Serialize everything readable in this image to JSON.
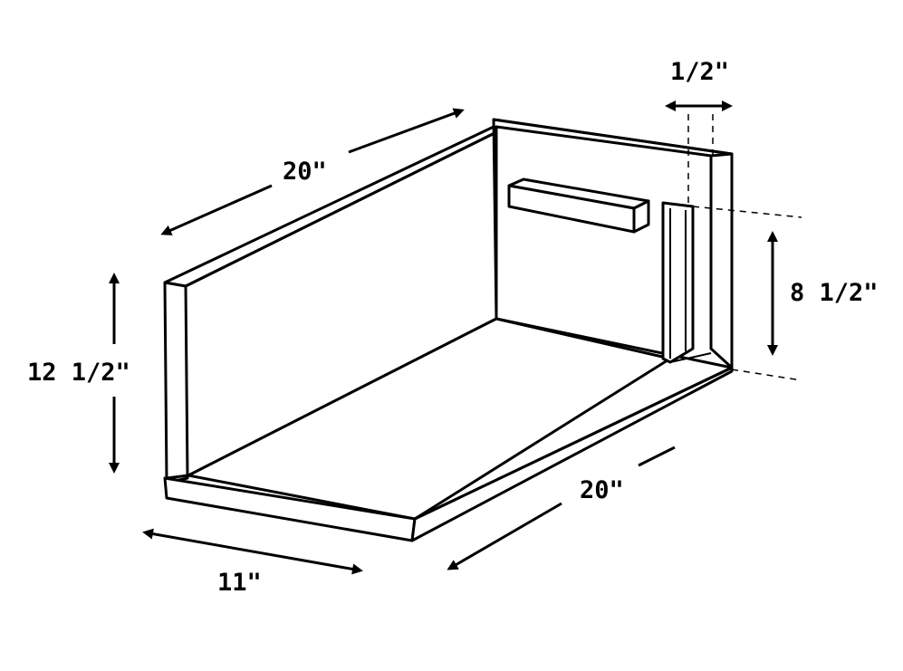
{
  "dimensions": {
    "top_length": "20\"",
    "bottom_length": "20\"",
    "depth": "11\"",
    "height": "12 1/2\"",
    "slot_height": "8 1/2\"",
    "slot_width": "1/2\""
  },
  "colors": {
    "ink": "#000000",
    "paper": "#ffffff"
  }
}
